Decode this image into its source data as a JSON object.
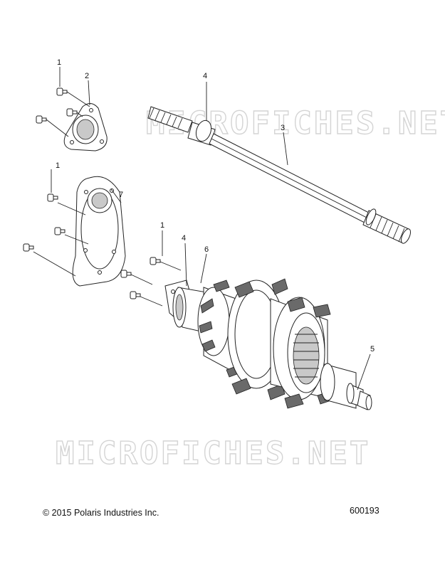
{
  "callouts": {
    "c1a": "1",
    "c2": "2",
    "c4a": "4",
    "c3": "3",
    "c1b": "1",
    "c7": "7",
    "c1c": "1",
    "c4b": "4",
    "c6": "6",
    "c5": "5"
  },
  "watermark": {
    "top": "MICROFICHES.NET",
    "bottom": "MICROFICHES.NET"
  },
  "footer": {
    "copyright": "© 2015 Polaris Industries Inc.",
    "diagram_number": "600193"
  }
}
